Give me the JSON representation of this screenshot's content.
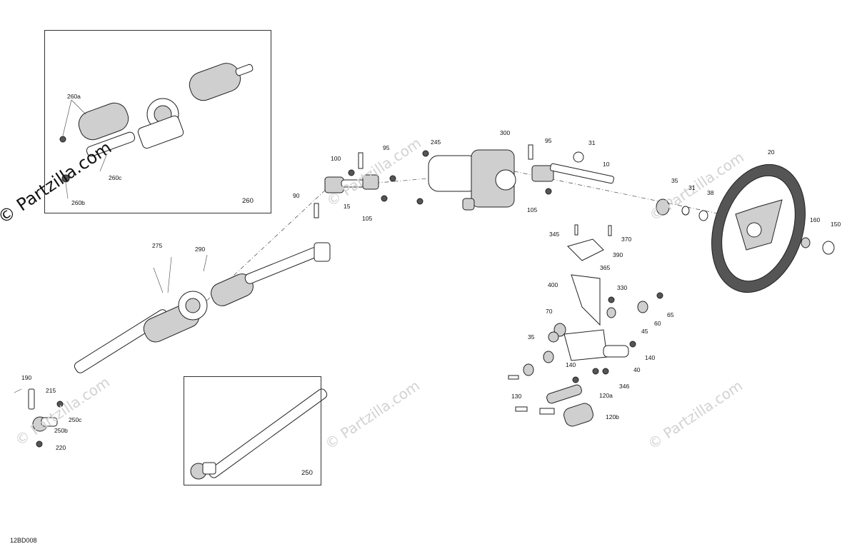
{
  "watermark_text": "© Partzilla.com",
  "diagram_code": "12BD008",
  "insets": [
    {
      "id": "inset-260",
      "caption": "260"
    },
    {
      "id": "inset-250",
      "caption": "250"
    }
  ],
  "callouts": [
    "260a",
    "260c",
    "260b",
    "100",
    "95",
    "90",
    "15",
    "105",
    "245",
    "300",
    "95",
    "105",
    "31",
    "10",
    "35",
    "31",
    "38",
    "20",
    "160",
    "150",
    "275",
    "290",
    "345",
    "370",
    "390",
    "365",
    "400",
    "330",
    "65",
    "70",
    "45",
    "60",
    "35",
    "140",
    "40",
    "140",
    "346",
    "190",
    "215",
    "250c",
    "250b",
    "220",
    "130",
    "120a",
    "120b"
  ]
}
